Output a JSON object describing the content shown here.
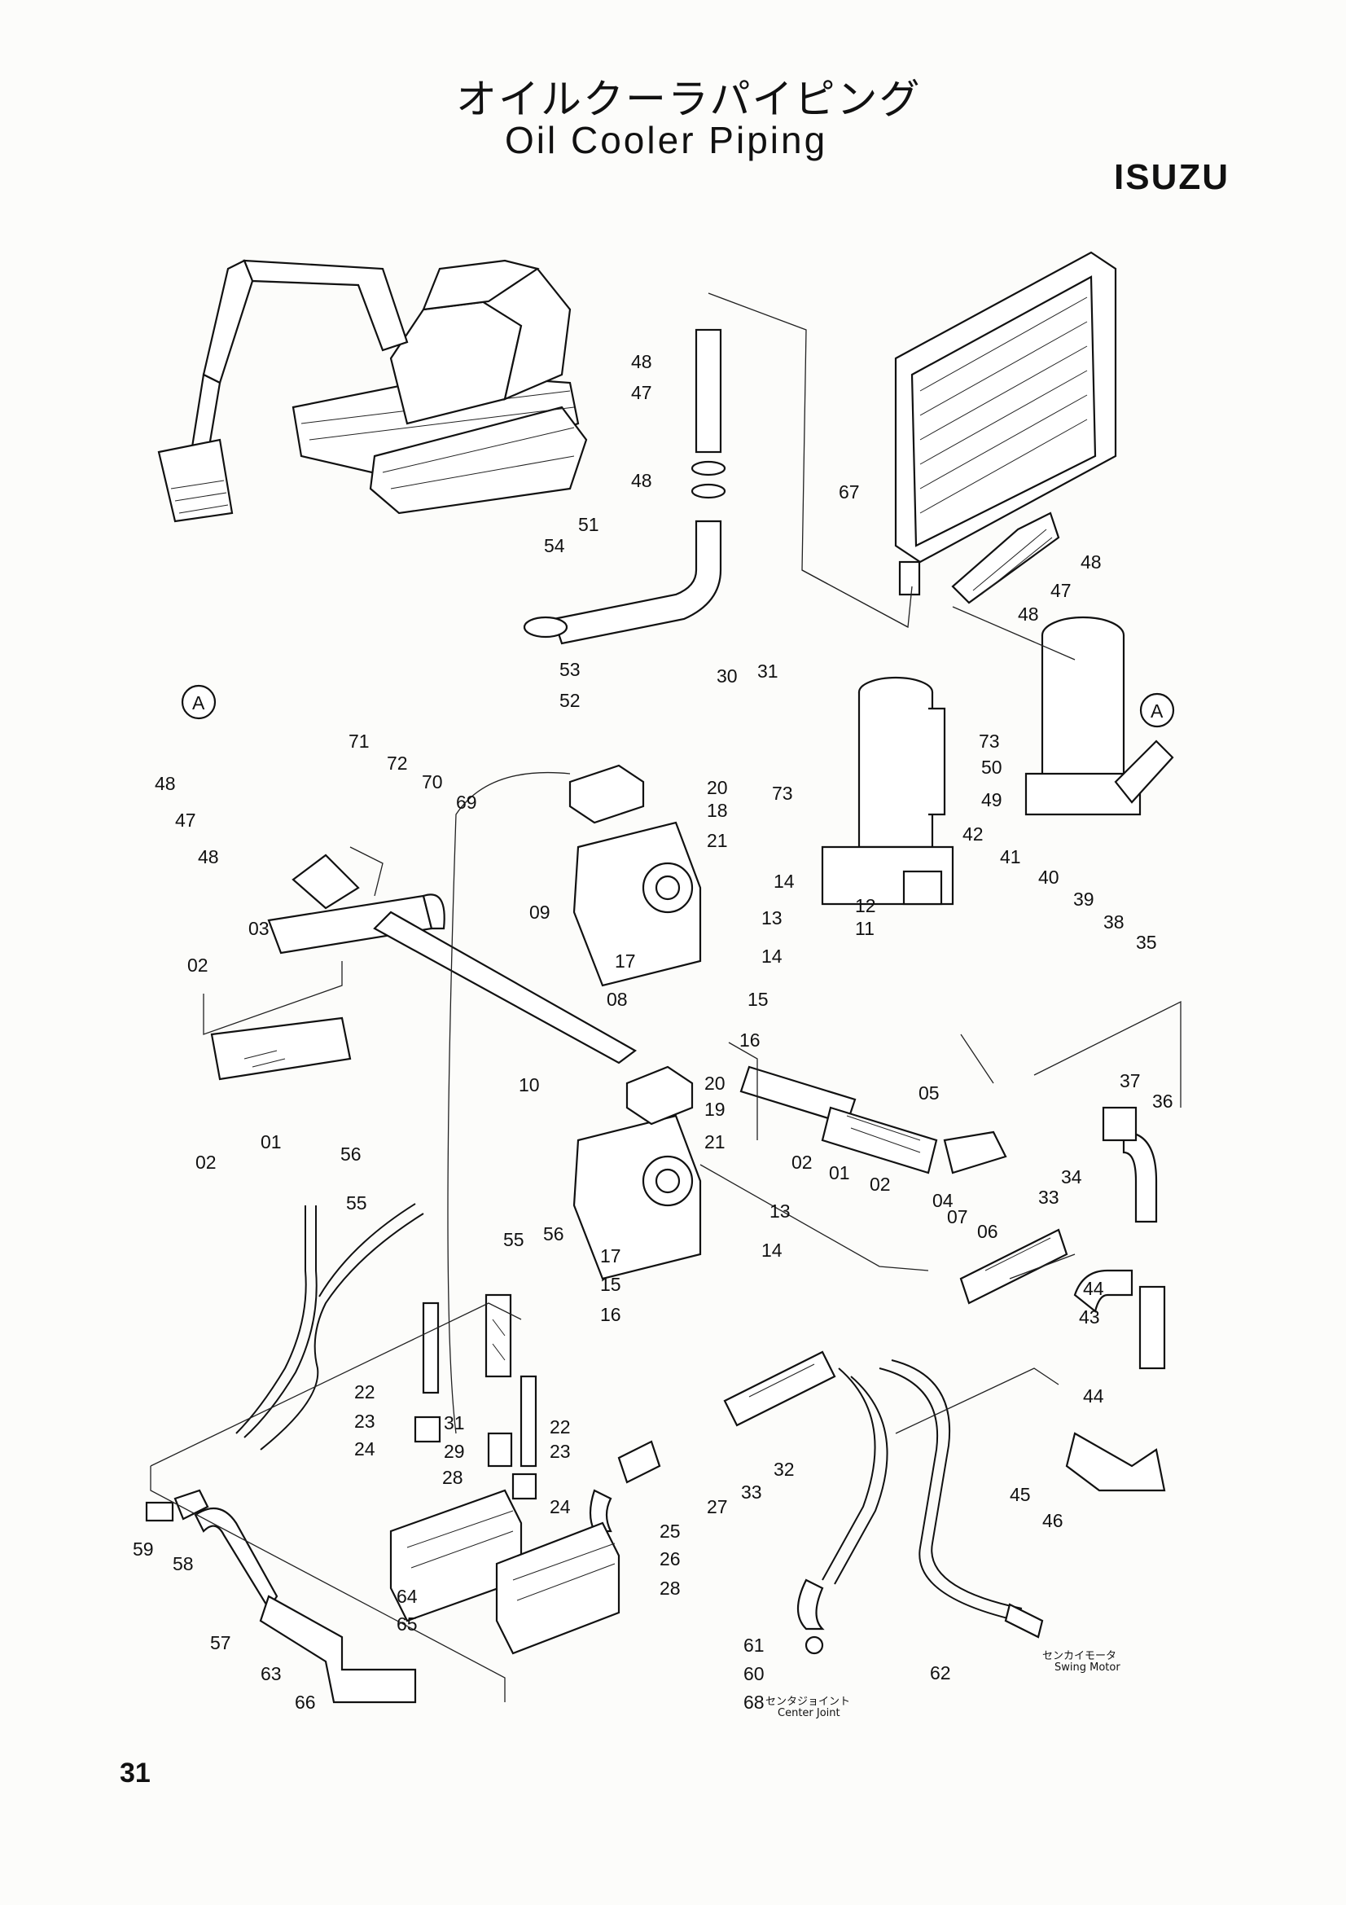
{
  "header": {
    "title_jp": "オイルクーラパイピング",
    "title_en": "Oil  Cooler  Piping",
    "brand": "ISUZU"
  },
  "callouts": {
    "A_top": "A",
    "A_right": "A"
  },
  "captions": {
    "swing_motor_jp": "センカイモータ",
    "swing_motor_en": "Swing Motor",
    "center_joint_jp": "センタジョイント",
    "center_joint_en": "Center Joint"
  },
  "part_numbers": {
    "p48a": "48",
    "p47a": "47",
    "p48b": "48",
    "p51": "51",
    "p54": "54",
    "p53": "53",
    "p52": "52",
    "p67": "67",
    "p48c": "48",
    "p47b": "47",
    "p48d": "48",
    "p30": "30",
    "p31a": "31",
    "p73a": "73",
    "p73b": "73",
    "p50": "50",
    "p49": "49",
    "p71": "71",
    "p72": "72",
    "p70": "70",
    "p69": "69",
    "p48e": "48",
    "p47c": "47",
    "p48f": "48",
    "p20a": "20",
    "p18": "18",
    "p21a": "21",
    "p14a": "14",
    "p13a": "13",
    "p14b": "14",
    "p12": "12",
    "p11": "11",
    "p42": "42",
    "p41": "41",
    "p40": "40",
    "p39": "39",
    "p38": "38",
    "p35": "35",
    "p03": "03",
    "p02a": "02",
    "p09": "09",
    "p17a": "17",
    "p08": "08",
    "p15a": "15",
    "p16a": "16",
    "p10": "10",
    "p20b": "20",
    "p19": "19",
    "p21b": "21",
    "p05": "05",
    "p01a": "01",
    "p02b": "02",
    "p02c": "02",
    "p01b": "01",
    "p02d": "02",
    "p04": "04",
    "p07": "07",
    "p06": "06",
    "p37": "37",
    "p36": "36",
    "p34": "34",
    "p33a": "33",
    "p44a": "44",
    "p43": "43",
    "p44b": "44",
    "p56a": "56",
    "p55a": "55",
    "p55b": "55",
    "p56b": "56",
    "p13b": "13",
    "p14c": "14",
    "p17b": "17",
    "p15b": "15",
    "p16b": "16",
    "p22a": "22",
    "p23a": "23",
    "p24a": "24",
    "p31b": "31",
    "p29": "29",
    "p22b": "22",
    "p23b": "23",
    "p28a": "28",
    "p24b": "24",
    "p27": "27",
    "p33b": "33",
    "p32": "32",
    "p25": "25",
    "p26": "26",
    "p28b": "28",
    "p45": "45",
    "p46": "46",
    "p61": "61",
    "p60": "60",
    "p68": "68",
    "p62": "62",
    "p59": "59",
    "p58": "58",
    "p57": "57",
    "p64": "64",
    "p65": "65",
    "p63": "63",
    "p66": "66"
  },
  "page_number": "31"
}
